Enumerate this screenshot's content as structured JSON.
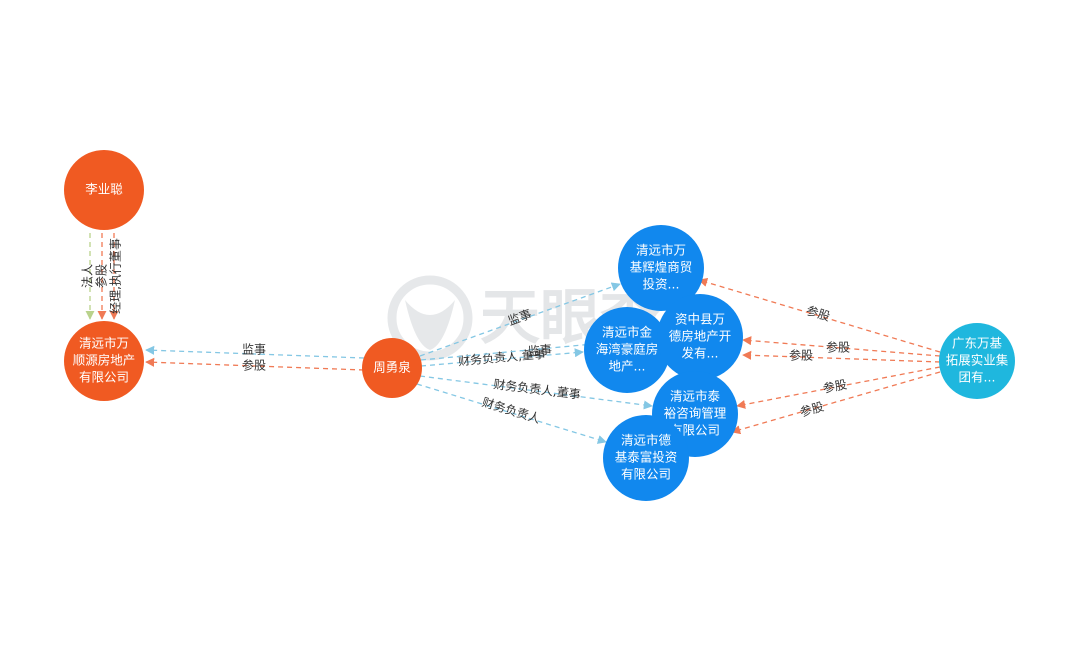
{
  "colors": {
    "person": "#f05a22",
    "company": "#1188ee",
    "company_alt": "#1fb7de",
    "edge_blue": "#84c7e4",
    "edge_red": "#f07a55",
    "edge_green": "#b9d28c",
    "edge_label": "#333333"
  },
  "watermark": {
    "text": "天眼查",
    "icon": "tianyancha-logo-icon"
  },
  "nodes": [
    {
      "id": "li",
      "kind": "person",
      "lines": [
        "李业聪"
      ]
    },
    {
      "id": "shunyuan",
      "kind": "person",
      "lines": [
        "清远市万",
        "顺源房地产",
        "有限公司"
      ]
    },
    {
      "id": "zhou",
      "kind": "person",
      "lines": [
        "周勇泉"
      ]
    },
    {
      "id": "huihuang",
      "kind": "company",
      "lines": [
        "清远市万",
        "基辉煌商贸",
        "投资..."
      ]
    },
    {
      "id": "jinhaiwan",
      "kind": "company",
      "lines": [
        "清远市金",
        "海湾豪庭房",
        "地产..."
      ]
    },
    {
      "id": "wande",
      "kind": "company",
      "lines": [
        "资中县万",
        "德房地产开",
        "发有..."
      ]
    },
    {
      "id": "taiyu",
      "kind": "company",
      "lines": [
        "清远市泰",
        "裕咨询管理",
        "有限公司"
      ]
    },
    {
      "id": "detai",
      "kind": "company",
      "lines": [
        "清远市德",
        "基泰富投资",
        "有限公司"
      ]
    },
    {
      "id": "guangdong",
      "kind": "company_alt",
      "lines": [
        "广东万基",
        "拓展实业集",
        "团有..."
      ]
    }
  ],
  "edges": [
    {
      "from": "li",
      "to": "shunyuan",
      "label": "法人",
      "color": "edge_green"
    },
    {
      "from": "li",
      "to": "shunyuan",
      "label": "参股",
      "color": "edge_red"
    },
    {
      "from": "li",
      "to": "shunyuan",
      "label": "经理,执行董事",
      "color": "edge_red"
    },
    {
      "from": "zhou",
      "to": "shunyuan",
      "label": "监事",
      "color": "edge_blue"
    },
    {
      "from": "zhou",
      "to": "shunyuan",
      "label": "参股",
      "color": "edge_red"
    },
    {
      "from": "zhou",
      "to": "huihuang",
      "label": "监事",
      "color": "edge_blue"
    },
    {
      "from": "zhou",
      "to": "jinhaiwan",
      "label": "财务负责人,董事",
      "color": "edge_blue"
    },
    {
      "from": "zhou",
      "to": "wande",
      "label": "监事",
      "color": "edge_blue"
    },
    {
      "from": "zhou",
      "to": "taiyu",
      "label": "财务负责人,董事",
      "color": "edge_blue"
    },
    {
      "from": "zhou",
      "to": "detai",
      "label": "财务负责人",
      "color": "edge_blue"
    },
    {
      "from": "guangdong",
      "to": "huihuang",
      "label": "参股",
      "color": "edge_red"
    },
    {
      "from": "guangdong",
      "to": "wande",
      "label": "参股",
      "color": "edge_red"
    },
    {
      "from": "guangdong",
      "to": "wande",
      "label": "参股",
      "color": "edge_red"
    },
    {
      "from": "guangdong",
      "to": "taiyu",
      "label": "参股",
      "color": "edge_red"
    },
    {
      "from": "guangdong",
      "to": "taiyu",
      "label": "参股",
      "color": "edge_red"
    }
  ]
}
